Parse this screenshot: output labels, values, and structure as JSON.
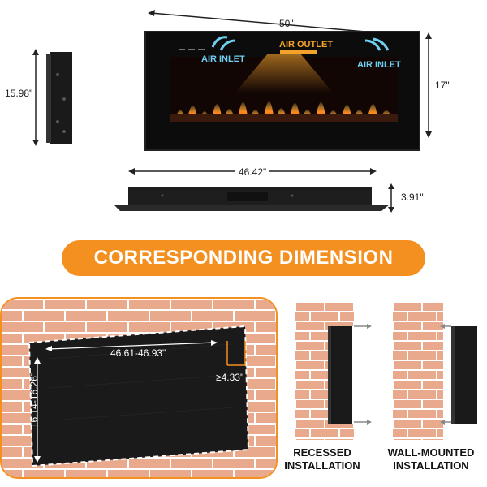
{
  "top": {
    "width_label": "50\"",
    "height_label": "17\"",
    "side_height_label": "15.98\"",
    "inner_width_label": "46.42\"",
    "depth_label": "3.91\"",
    "air_outlet": "AIR OUTLET",
    "air_inlet_left": "AIR INLET",
    "air_inlet_right": "AIR INLET"
  },
  "banner": {
    "title": "CORRESPONDING DIMENSION"
  },
  "recess": {
    "width_label": "46.61-46.93\"",
    "height_label": "16.14-16.26\"",
    "depth_label": "≥4.33\""
  },
  "install": {
    "recessed_line1": "RECESSED",
    "recessed_line2": "INSTALLATION",
    "wall_line1": "WALL-MOUNTED",
    "wall_line2": "INSTALLATION"
  },
  "colors": {
    "accent_orange": "#f4901f",
    "brick": "#e9a98d",
    "mortar": "#ffffff",
    "air_blue": "#6fd1f2",
    "air_outlet": "#f4a22c"
  }
}
